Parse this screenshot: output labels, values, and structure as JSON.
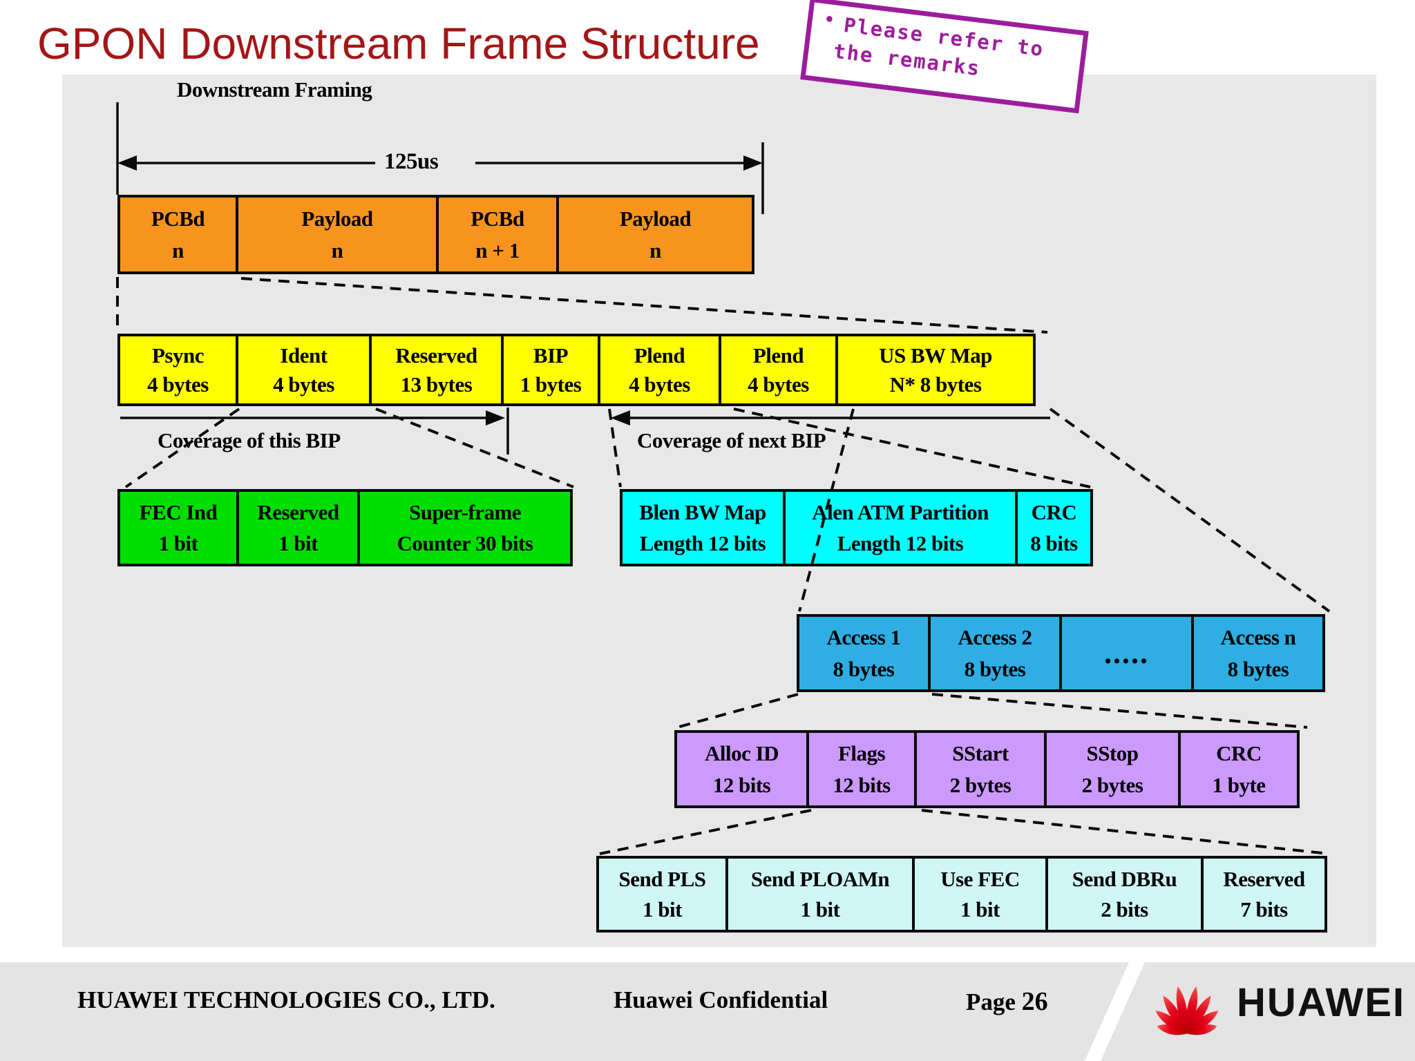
{
  "colors": {
    "canvas_bg": "#FFFFFF",
    "panel_bg": "#E8E8E8",
    "footer_bg": "#E4E4E4",
    "title_red": "#A31616",
    "remark_purple": "#9C1D9C",
    "line_black": "#0A0A0A",
    "text_black": "#000000",
    "orange": "#F7941D",
    "yellow": "#FFFF00",
    "green": "#00DE00",
    "cyan": "#00FFFF",
    "blue": "#2FAEE3",
    "purple": "#CC99FF",
    "light_cyan": "#CFF5F5",
    "logo_red": "#E2001A"
  },
  "title": "GPON Downstream Frame Structure",
  "remark": {
    "bullet": "•",
    "line1": "Please refer to",
    "line2": "the remarks"
  },
  "diagram": {
    "framing_label": "Downstream Framing",
    "duration_label": "125us",
    "coverage_this_label": "Coverage of this BIP",
    "coverage_next_label": "Coverage of next BIP",
    "rows": {
      "pcbd_frame": {
        "cells": [
          {
            "name": "PCBd",
            "size": "n"
          },
          {
            "name": "Payload",
            "size": "n"
          },
          {
            "name": "PCBd",
            "size": "n + 1"
          },
          {
            "name": "Payload",
            "size": "n"
          }
        ]
      },
      "pcbd_fields": {
        "cells": [
          {
            "name": "Psync",
            "size": "4 bytes"
          },
          {
            "name": "Ident",
            "size": "4 bytes"
          },
          {
            "name": "Reserved",
            "size": "13 bytes"
          },
          {
            "name": "BIP",
            "size": "1 bytes"
          },
          {
            "name": "Plend",
            "size": "4 bytes"
          },
          {
            "name": "Plend",
            "size": "4 bytes"
          },
          {
            "name": "US BW Map",
            "size": "N* 8 bytes"
          }
        ]
      },
      "ident_fields": {
        "cells": [
          {
            "name": "FEC Ind",
            "size": "1 bit"
          },
          {
            "name": "Reserved",
            "size": "1 bit"
          },
          {
            "name": "Super-frame",
            "size": "Counter 30 bits"
          }
        ]
      },
      "plend_fields": {
        "cells": [
          {
            "name": "Blen BW Map",
            "size": "Length 12 bits"
          },
          {
            "name": "Alen ATM Partition",
            "size": "Length 12 bits"
          },
          {
            "name": "CRC",
            "size": "8 bits"
          }
        ]
      },
      "bw_map_entries": {
        "cells": [
          {
            "name": "Access 1",
            "size": "8 bytes"
          },
          {
            "name": "Access 2",
            "size": "8 bytes"
          },
          {
            "name": ".....",
            "size": ""
          },
          {
            "name": "Access n",
            "size": "8 bytes"
          }
        ]
      },
      "access_fields": {
        "cells": [
          {
            "name": "Alloc ID",
            "size": "12 bits"
          },
          {
            "name": "Flags",
            "size": "12 bits"
          },
          {
            "name": "SStart",
            "size": "2 bytes"
          },
          {
            "name": "SStop",
            "size": "2 bytes"
          },
          {
            "name": "CRC",
            "size": "1 byte"
          }
        ]
      },
      "flags_fields": {
        "cells": [
          {
            "name": "Send PLS",
            "size": "1 bit"
          },
          {
            "name": "Send PLOAMn",
            "size": "1 bit"
          },
          {
            "name": "Use FEC",
            "size": "1 bit"
          },
          {
            "name": "Send DBRu",
            "size": "2 bits"
          },
          {
            "name": "Reserved",
            "size": "7 bits"
          }
        ]
      }
    }
  },
  "footer": {
    "company": "HUAWEI TECHNOLOGIES CO., LTD.",
    "confidential": "Huawei Confidential",
    "page_label": "Page",
    "page_number": "26",
    "brand": "HUAWEI"
  }
}
